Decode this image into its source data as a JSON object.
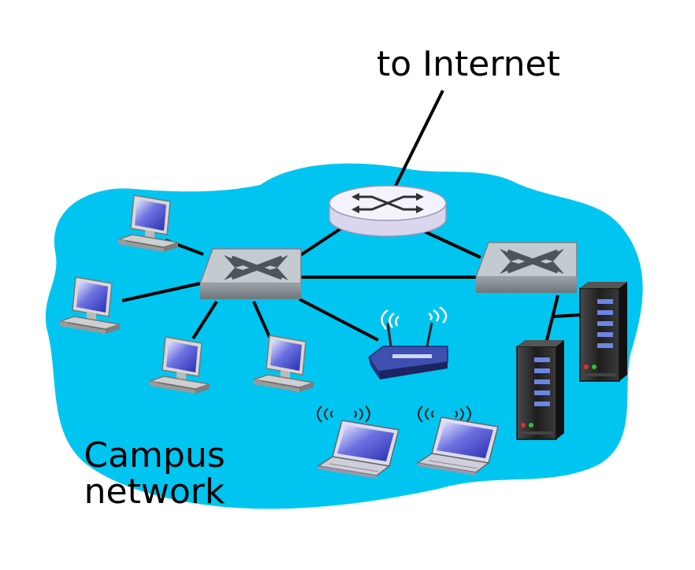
{
  "labels": {
    "internet": "to Internet",
    "campus_line1": "Campus",
    "campus_line2": "network"
  },
  "colors": {
    "network_cloud": "#00c6f2",
    "switch_top": "#c9cfd4",
    "switch_side": "#8e969c",
    "router_top": "#f2f1fb",
    "router_side": "#d9d6ee",
    "screen": "#5a5fd8",
    "server_body": "#2a2a2a",
    "line": "#000000"
  },
  "icons": [
    "router-icon",
    "switch-icon",
    "desktop-icon",
    "laptop-icon",
    "wireless-router-icon",
    "server-icon",
    "wifi-signal-icon"
  ]
}
